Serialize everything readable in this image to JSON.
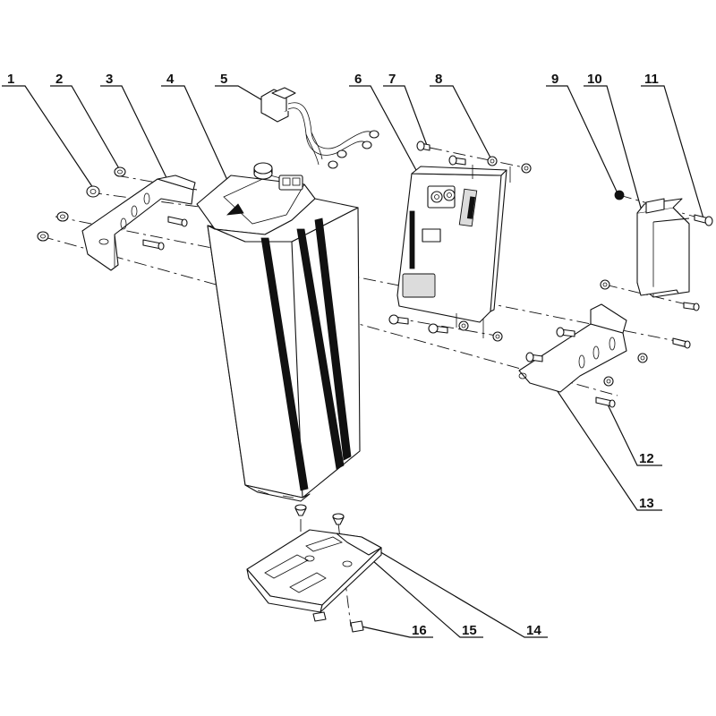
{
  "diagram": {
    "callouts": [
      {
        "id": "callout-1",
        "label": "1"
      },
      {
        "id": "callout-2",
        "label": "2"
      },
      {
        "id": "callout-3",
        "label": "3"
      },
      {
        "id": "callout-4",
        "label": "4"
      },
      {
        "id": "callout-5",
        "label": "5"
      },
      {
        "id": "callout-6",
        "label": "6"
      },
      {
        "id": "callout-7",
        "label": "7"
      },
      {
        "id": "callout-8",
        "label": "8"
      },
      {
        "id": "callout-9",
        "label": "9"
      },
      {
        "id": "callout-10",
        "label": "10"
      },
      {
        "id": "callout-11",
        "label": "11"
      },
      {
        "id": "callout-12",
        "label": "12"
      },
      {
        "id": "callout-13",
        "label": "13"
      },
      {
        "id": "callout-14",
        "label": "14"
      },
      {
        "id": "callout-15",
        "label": "15"
      },
      {
        "id": "callout-16",
        "label": "16"
      }
    ],
    "line_color": "#111111",
    "background": "#ffffff"
  }
}
